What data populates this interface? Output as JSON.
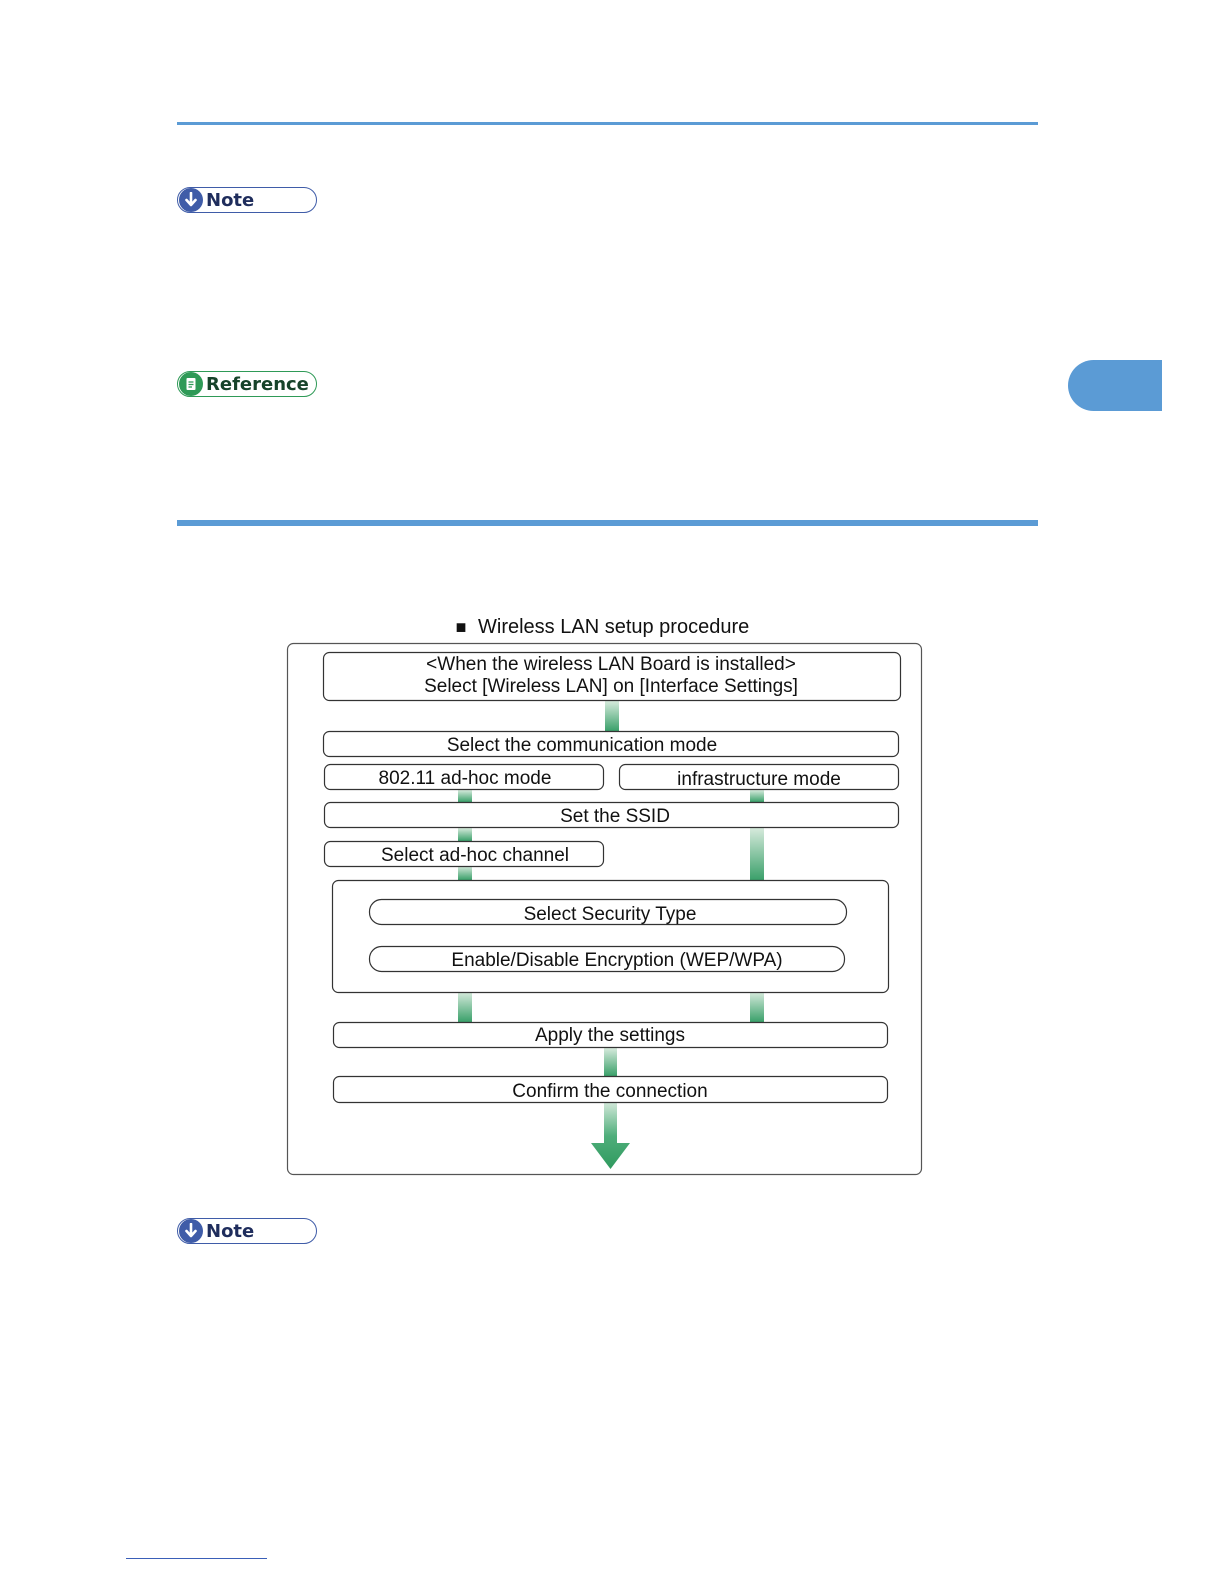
{
  "notes": {
    "note_1_label": "Note",
    "reference_label": "Reference",
    "note_2_label": "Note"
  },
  "figure": {
    "title_bullet": "■",
    "title": "Wireless LAN setup procedure",
    "steps": {
      "install_line1": "<When the wireless LAN Board is installed>",
      "install_line2": "Select [Wireless LAN] on [Interface Settings]",
      "comm_mode": "Select the communication mode",
      "adhoc_mode": "802.11 ad-hoc mode",
      "infra_mode": "infrastructure mode",
      "ssid": "Set the SSID",
      "adhoc_channel": "Select ad-hoc channel",
      "security_type": "Select Security Type",
      "encryption": "Enable/Disable  Encryption (WEP/WPA)",
      "apply": "Apply the settings",
      "confirm": "Confirm the connection"
    }
  },
  "colors": {
    "rule": "#5b9bd5",
    "note_badge": "#3f5ca8",
    "reference_badge": "#2f9a57",
    "flow_connector": "#3aa06a"
  }
}
